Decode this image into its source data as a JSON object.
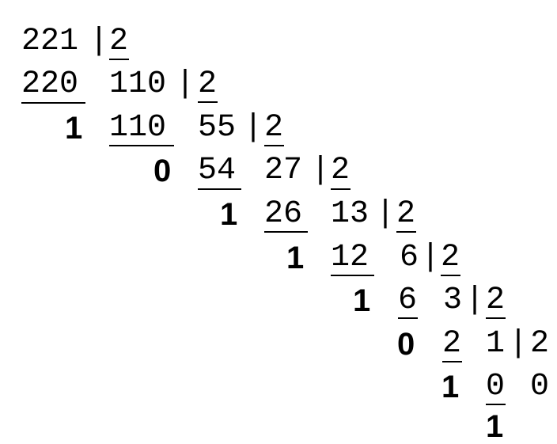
{
  "divisor": "2",
  "separator": "|",
  "steps": [
    {
      "dividend": "221",
      "product": "220",
      "remainder": "1"
    },
    {
      "dividend": "110",
      "product": "110",
      "remainder": "0"
    },
    {
      "dividend": "55",
      "product": "54",
      "remainder": "1"
    },
    {
      "dividend": "27",
      "product": "26",
      "remainder": "1"
    },
    {
      "dividend": "13",
      "product": "12",
      "remainder": "1"
    },
    {
      "dividend": "6",
      "product": "6",
      "remainder": "0"
    },
    {
      "dividend": "3",
      "product": "2",
      "remainder": "1"
    },
    {
      "dividend": "1",
      "product": "0",
      "remainder": "1"
    }
  ],
  "final_quotient": "0"
}
